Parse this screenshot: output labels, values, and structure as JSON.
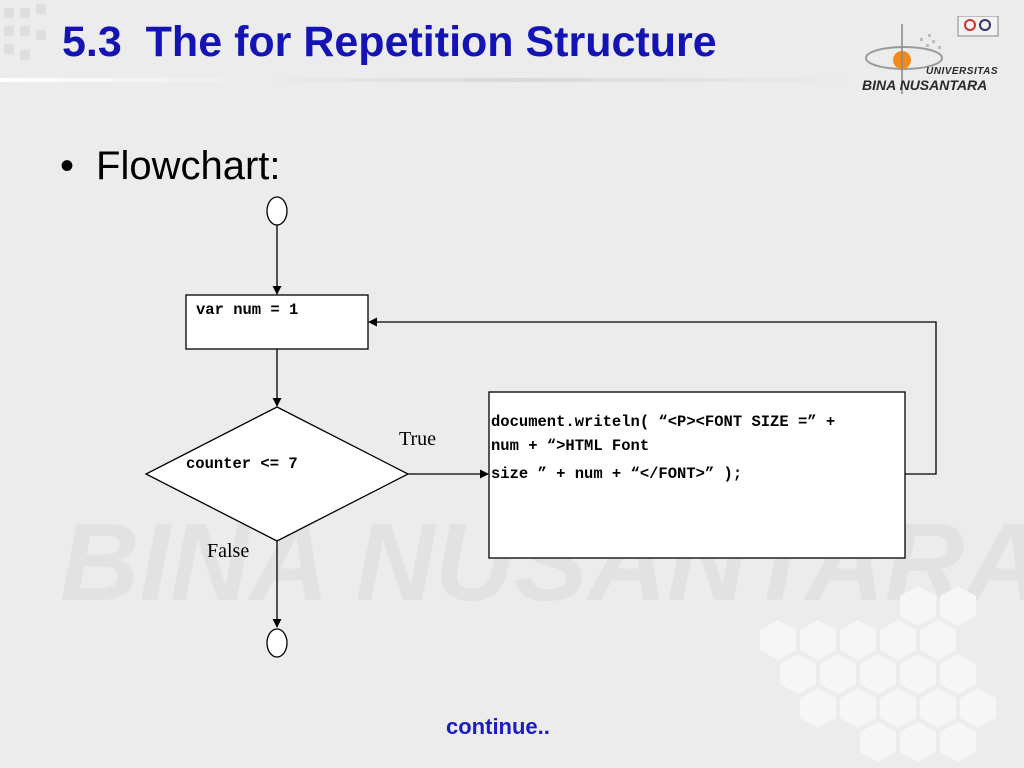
{
  "slide": {
    "title": "5.3  The for Repetition Structure",
    "logo": {
      "line1": "UNIVERSITAS",
      "line2": "BINA NUSANTARA"
    },
    "watermark": "BINA NUSANTARA",
    "bullet": {
      "symbol": "•",
      "text": "Flowchart:"
    },
    "footer_link": "continue.."
  },
  "flowchart": {
    "init_box": "var num = 1",
    "condition": "counter <= 7",
    "true_label": "True",
    "false_label": "False",
    "body_box": [
      "document.writeln( “<P><FONT SIZE =” +",
      "num + “>HTML Font",
      "size ” + num + “</FONT>” );"
    ]
  },
  "colors": {
    "title": "#1414b4",
    "link": "#1c1cc4",
    "background": "#ececec",
    "logo_orange": "#f08c1e"
  }
}
